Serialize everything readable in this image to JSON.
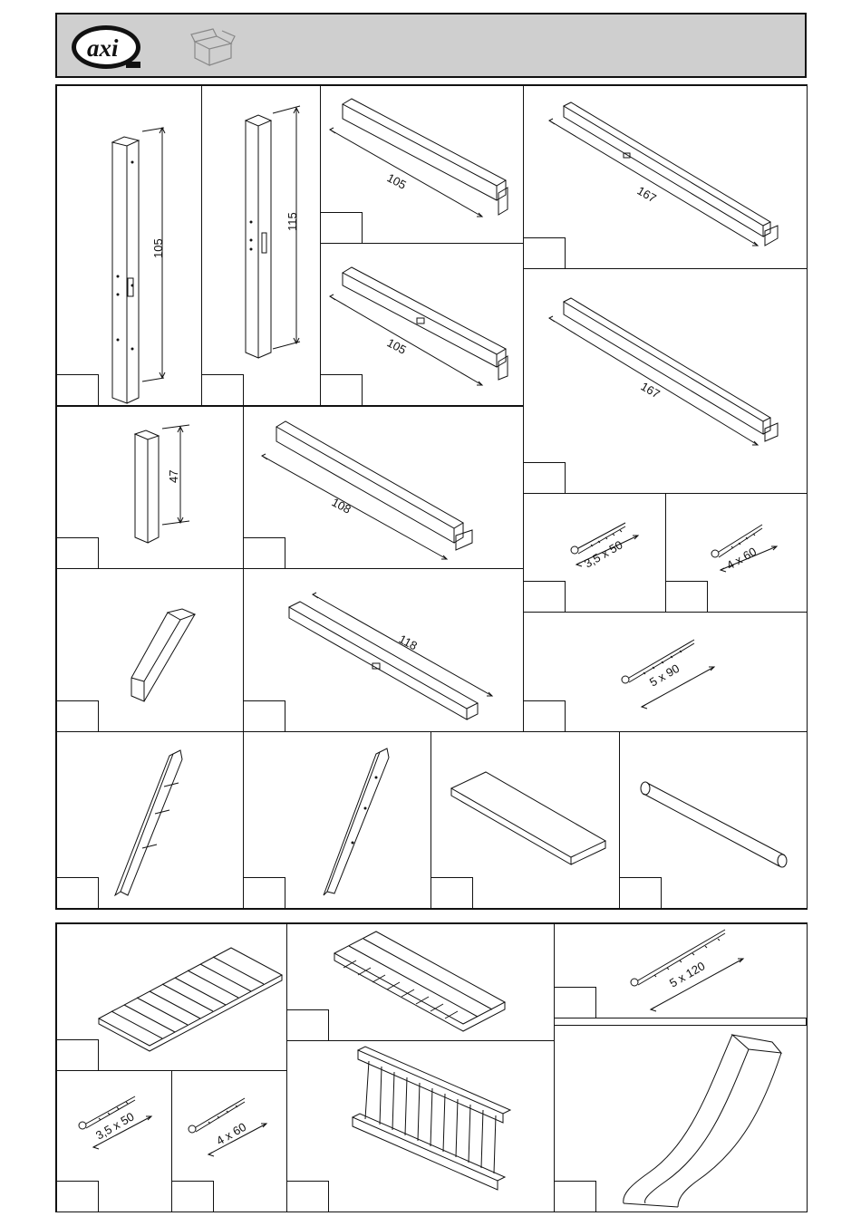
{
  "header": {
    "logo_text": "axi"
  },
  "dims": {
    "post_105": "105",
    "post_115": "115",
    "beam_105_a": "105",
    "beam_105_b": "105",
    "beam_167_a": "167",
    "beam_167_b": "167",
    "post_47": "47",
    "beam_108": "108",
    "beam_118": "118",
    "screw_3_5x50_a": "3,5 x 50",
    "screw_4x60_a": "4 x 60",
    "screw_5x90": "5 x 90",
    "screw_5x120": "5 x 120",
    "screw_3_5x50_b": "3,5 x 50",
    "screw_4x60_b": "4 x 60"
  }
}
